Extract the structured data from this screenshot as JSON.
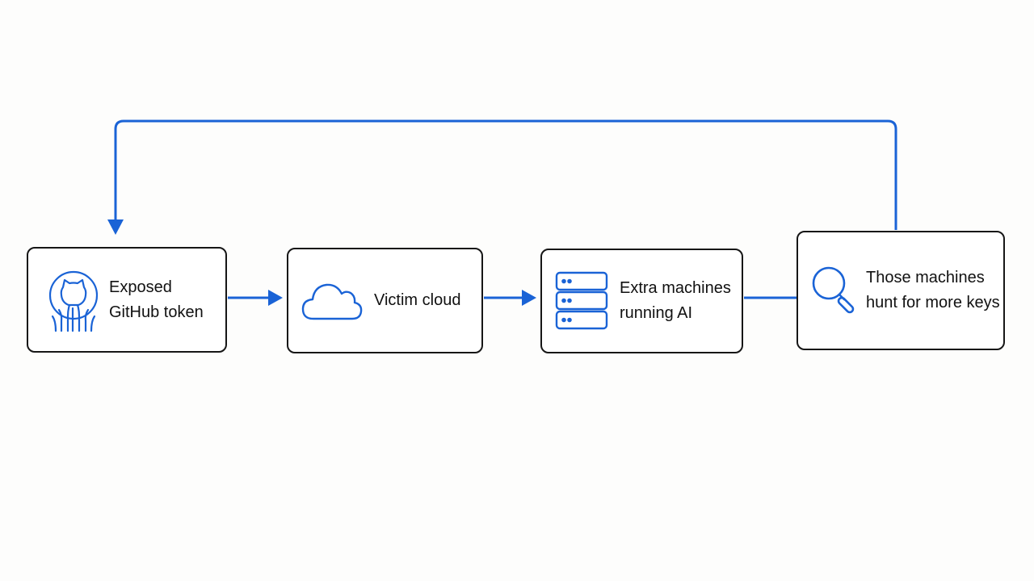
{
  "colors": {
    "accent": "#1a63d6",
    "border": "#161616",
    "background": "#fdfdfc"
  },
  "nodes": [
    {
      "id": "token",
      "icon": "github-icon",
      "lines": [
        "Exposed",
        "GitHub token"
      ]
    },
    {
      "id": "cloud",
      "icon": "cloud-icon",
      "lines": [
        "Victim cloud"
      ]
    },
    {
      "id": "extra",
      "icon": "server-stack-icon",
      "lines": [
        "Extra machines",
        "running AI"
      ]
    },
    {
      "id": "hunt",
      "icon": "magnifier-icon",
      "lines": [
        "Those machines",
        "hunt for more keys"
      ]
    }
  ],
  "edges": [
    {
      "from": "token",
      "to": "cloud",
      "arrow": true
    },
    {
      "from": "cloud",
      "to": "extra",
      "arrow": true
    },
    {
      "from": "extra",
      "to": "hunt",
      "arrow": false
    },
    {
      "from": "hunt",
      "to": "token",
      "arrow": true,
      "route": "loop-over-top"
    }
  ]
}
